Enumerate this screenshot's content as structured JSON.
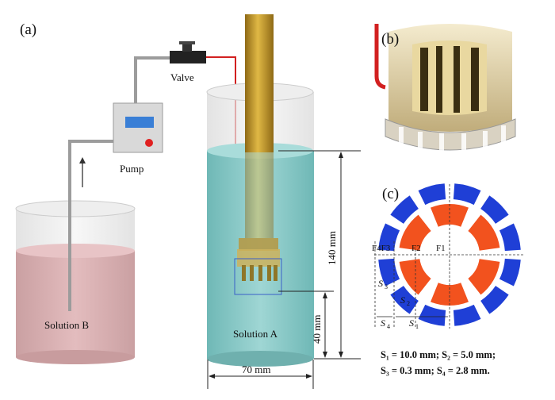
{
  "panels": {
    "a": "(a)",
    "b": "(b)",
    "c": "(c)"
  },
  "labels": {
    "valve": "Valve",
    "pump": "Pump",
    "solution_a": "Solution A",
    "solution_b": "Solution B"
  },
  "dimensions": {
    "height_140": "140 mm",
    "height_40": "40 mm",
    "width_70": "70 mm"
  },
  "electrode_labels": {
    "f1": "F1",
    "f2": "F2",
    "f4f3": "F4F3"
  },
  "spacing_labels": {
    "s1": "S",
    "s1_sub": "1",
    "s2": "S",
    "s2_sub": "2",
    "s3": "S",
    "s3_sub": "3",
    "s4": "S",
    "s4_sub": "4"
  },
  "caption": {
    "line1": "S₁ = 10.0 mm; S₂ = 5.0 mm;",
    "line2": "S₃ = 0.3 mm; S₄ = 2.8 mm."
  },
  "colors": {
    "solution_a": "#7ec6c4",
    "solution_b": "#d9a9ab",
    "rod": "#c79a2b",
    "outer_ring": "#1f3fd6",
    "inner_ring": "#f2521e",
    "pipe": "#a8a8a8",
    "wire": "#d22020"
  }
}
